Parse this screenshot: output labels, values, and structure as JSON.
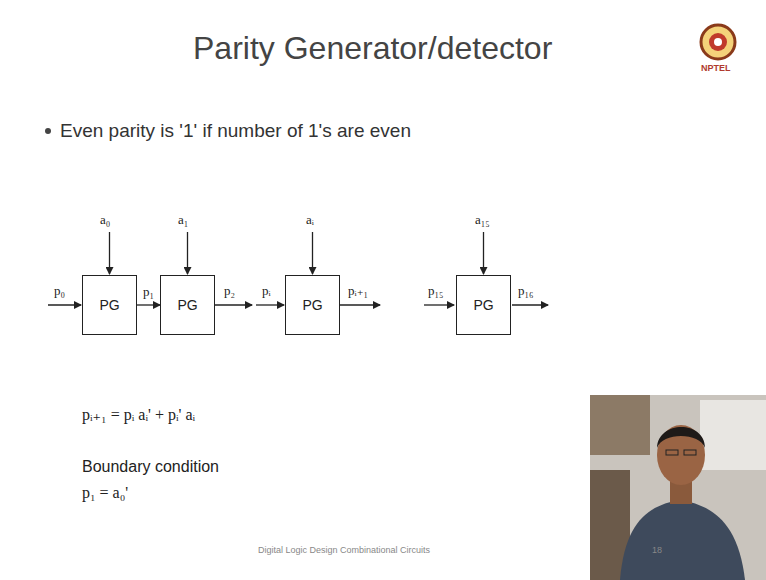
{
  "diagram": {
    "title": "Parity Generator/detector",
    "nodes": [
      {
        "text": [
          "PG"
        ]
      },
      {
        "text": [
          "PG"
        ]
      },
      {
        "text": [
          "PG"
        ]
      },
      {
        "text": [
          "PG"
        ]
      }
    ],
    "edges": [
      {
        "from": 0,
        "to": 1,
        "label": "p₁",
        "arrow": "to"
      }
    ],
    "labels": [
      "Even parity is '1' if number of 1's are even",
      "a₀",
      "a₁",
      "aᵢ",
      "a₁₅",
      "p₀",
      "p₂",
      "pᵢ",
      "pᵢ₊₁",
      "p₁₅",
      "p₁₆",
      "pᵢ₊₁ = pᵢ aᵢ' + pᵢ' aᵢ",
      "Boundary condition",
      "p₁ = a₀'",
      "Digital Logic Design Combinational Circuits",
      "18",
      "NPTEL"
    ]
  }
}
